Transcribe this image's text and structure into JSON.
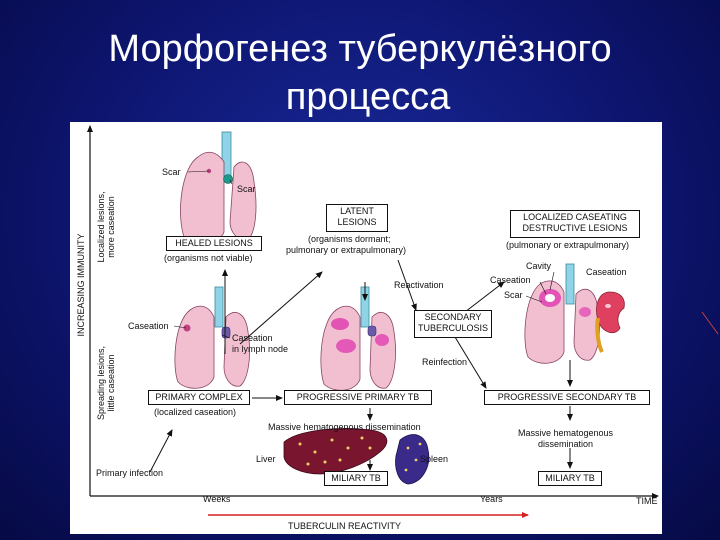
{
  "slide": {
    "title_line1": "Морфогенез туберкулёзного",
    "title_line2": "процесса"
  },
  "diagram": {
    "y_axis_label": "INCREASING IMMUNITY",
    "x_axis_label": "TIME",
    "upper_band_label_line1": "Localized lesions,",
    "upper_band_label_line2": "more caseation",
    "lower_band_label_line1": "Spreading lesions,",
    "lower_band_label_line2": "little caseation",
    "weeks_label": "Weeks",
    "years_label": "Years",
    "tuberculin_label": "TUBERCULIN REACTIVITY",
    "boxes": {
      "healed_lesions": "HEALED LESIONS",
      "latent_lesions_line1": "LATENT",
      "latent_lesions_line2": "LESIONS",
      "localized_caseating_line1": "LOCALIZED CASEATING",
      "localized_caseating_line2": "DESTRUCTIVE LESIONS",
      "secondary_tb_line1": "SECONDARY",
      "secondary_tb_line2": "TUBERCULOSIS",
      "primary_complex": "PRIMARY COMPLEX",
      "progressive_primary": "PROGRESSIVE PRIMARY TB",
      "progressive_secondary": "PROGRESSIVE SECONDARY TB",
      "miliary_tb_1": "MILIARY TB",
      "miliary_tb_2": "MILIARY TB"
    },
    "notes": {
      "organisms_not_viable": "(organisms not viable)",
      "latent_note_line1": "(organisms dormant;",
      "latent_note_line2": "pulmonary or extrapulmonary)",
      "localized_note": "(pulmonary or extrapulmonary)",
      "localized_caseation": "(localized caseation)",
      "massive_dissemination": "Massive hematogenous dissemination",
      "massive_secondary_line1": "Massive hematogenous",
      "massive_secondary_line2": "dissemination",
      "primary_infection": "Primary infection",
      "reactivation": "Reactivation",
      "reinfection": "Reinfection"
    },
    "anatomy_labels": {
      "scar_1": "Scar",
      "scar_2": "Scar",
      "caseation_1": "Caseation",
      "caseation_lymph_line1": "Caseation",
      "caseation_lymph_line2": "in lymph node",
      "cavity": "Cavity",
      "caseation_2": "Caseation",
      "scar_3": "Scar",
      "caseation_kidney": "Caseation",
      "liver": "Liver",
      "spleen": "Spleen"
    },
    "colors": {
      "lung_fill": "#f2bfd0",
      "lesion_magenta": "#e040b0",
      "trachea": "#8fd3e6",
      "liver_fill": "#7a1530",
      "spleen_fill": "#3a2a8a",
      "arrow_red": "#d42020"
    }
  }
}
